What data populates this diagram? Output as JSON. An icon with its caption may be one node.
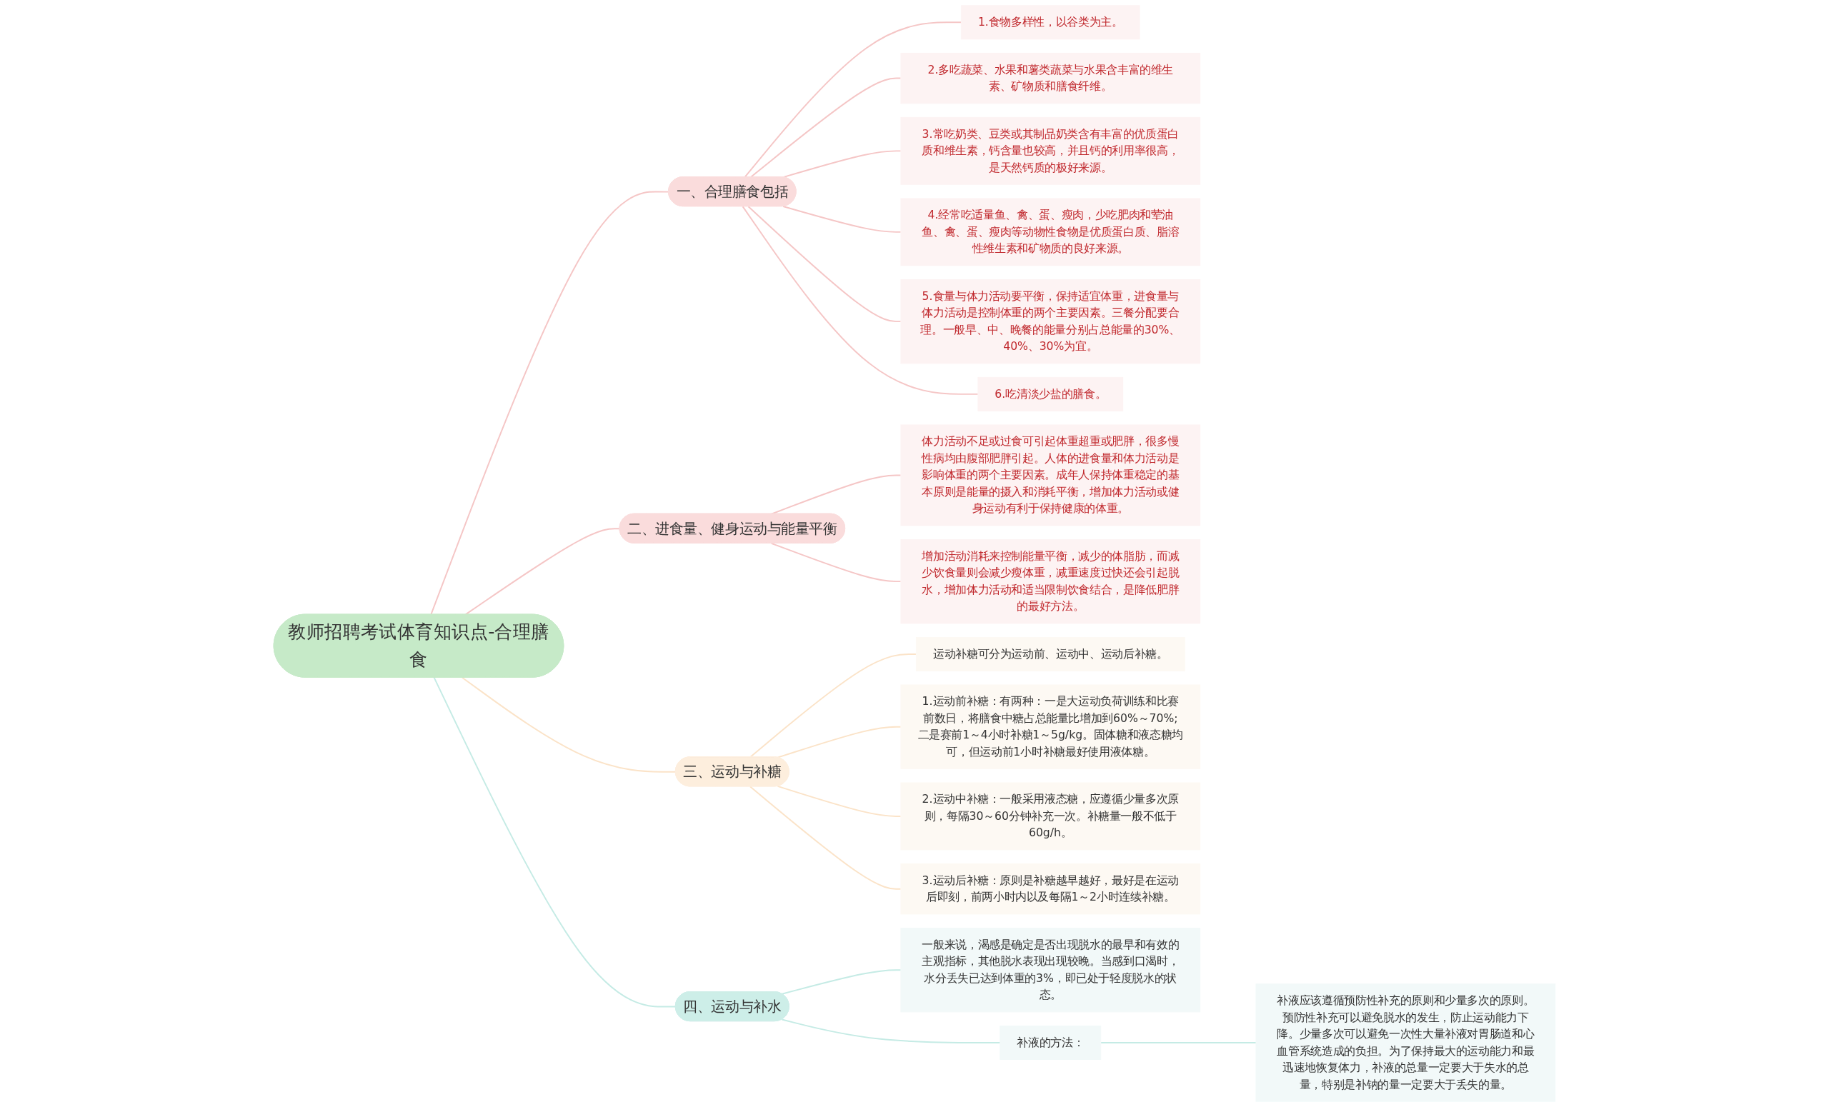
{
  "diagram": {
    "nodes": [
      {
        "text": [
          "教师招聘考试体育知识点-合理膳食"
        ]
      },
      {
        "text": [
          "一、合理膳食包括"
        ]
      },
      {
        "text": [
          "1.食物多样性，以谷类为主。"
        ]
      },
      {
        "text": [
          "2.多吃蔬菜、水果和薯类蔬菜与水果含丰富的维生素、矿物质和膳食纤维。"
        ]
      },
      {
        "text": [
          "3.常吃奶类、豆类或其制品奶类含有丰富的优质蛋白质和维生素，钙含量也较高，并且钙的利用率很高，是天然钙质的极好来源。"
        ]
      },
      {
        "text": [
          "4.经常吃适量鱼、禽、蛋、瘦肉，少吃肥肉和荤油鱼、禽、蛋、瘦肉等动物性食物是优质蛋白质、脂溶性维生素和矿物质的良好来源。"
        ]
      },
      {
        "text": [
          "5.食量与体力活动要平衡，保持适宜体重，进食量与体力活动是控制体重的两个主要因素。三餐分配要合理。一般早、中、晚餐的能量分别占总能量的30%、40%、30%为宜。"
        ]
      },
      {
        "text": [
          "6.吃清淡少盐的膳食。"
        ]
      },
      {
        "text": [
          "二、进食量、健身运动与能量平衡"
        ]
      },
      {
        "text": [
          "体力活动不足或过食可引起体重超重或肥胖，很多慢性病均由腹部肥胖引起。人体的进食量和体力活动是影响体重的两个主要因素。成年人保持体重稳定的基本原则是能量的摄入和消耗平衡，增加体力活动或健身运动有利于保持健康的体重。"
        ]
      },
      {
        "text": [
          "增加活动消耗来控制能量平衡，减少的体脂肪，而减少饮食量则会减少瘦体重，减重速度过快还会引起脱水，增加体力活动和适当限制饮食结合，是降低肥胖的最好方法。"
        ]
      },
      {
        "text": [
          "三、运动与补糖"
        ]
      },
      {
        "text": [
          "运动补糖可分为运动前、运动中、运动后补糖。"
        ]
      },
      {
        "text": [
          "1.运动前补糖：有两种：一是大运动负荷训练和比赛前数日，将膳食中糖占总能量比增加到60%～70%;二是赛前1～4小时补糖1～5g/kg。固体糖和液态糖均可，但运动前1小时补糖最好使用液体糖。"
        ]
      },
      {
        "text": [
          "2.运动中补糖：一般采用液态糖，应遵循少量多次原则，每隔30～60分钟补充一次。补糖量一般不低于60g/h。"
        ]
      },
      {
        "text": [
          "3.运动后补糖：原则是补糖越早越好，最好是在运动后即刻，前两小时内以及每隔1～2小时连续补糖。"
        ]
      },
      {
        "text": [
          "四、运动与补水"
        ]
      },
      {
        "text": [
          "一般来说，渴感是确定是否出现脱水的最早和有效的主观指标，其他脱水表现出现较晚。当感到口渴时，水分丢失已达到体重的3%，即已处于轻度脱水的状态。"
        ]
      },
      {
        "text": [
          "补液的方法："
        ]
      },
      {
        "text": [
          "补液应该遵循预防性补充的原则和少量多次的原则。预防性补充可以避免脱水的发生，防止运动能力下降。少量多次可以避免一次性大量补液对胃肠道和心血管系统造成的负担。为了保持最大的运动能力和最迅速地恢复体力，补液的总量一定要大于失水的总量，特别是补钠的量一定要大于丢失的量。"
        ]
      }
    ],
    "edges": [
      {
        "from": 0,
        "to": 1,
        "arrow": "none",
        "color": "#f5c6c6"
      },
      {
        "from": 1,
        "to": 2,
        "arrow": "none",
        "color": "#f5c6c6"
      },
      {
        "from": 1,
        "to": 3,
        "arrow": "none",
        "color": "#f5c6c6"
      },
      {
        "from": 1,
        "to": 4,
        "arrow": "none",
        "color": "#f5c6c6"
      },
      {
        "from": 1,
        "to": 5,
        "arrow": "none",
        "color": "#f5c6c6"
      },
      {
        "from": 1,
        "to": 6,
        "arrow": "none",
        "color": "#f5c6c6"
      },
      {
        "from": 1,
        "to": 7,
        "arrow": "none",
        "color": "#f5c6c6"
      },
      {
        "from": 0,
        "to": 8,
        "arrow": "none",
        "color": "#f5c6c6"
      },
      {
        "from": 8,
        "to": 9,
        "arrow": "none",
        "color": "#f5c6c6"
      },
      {
        "from": 8,
        "to": 10,
        "arrow": "none",
        "color": "#f5c6c6"
      },
      {
        "from": 0,
        "to": 11,
        "arrow": "none",
        "color": "#fbe3c8"
      },
      {
        "from": 11,
        "to": 12,
        "arrow": "none",
        "color": "#fbe3c8"
      },
      {
        "from": 11,
        "to": 13,
        "arrow": "none",
        "color": "#fbe3c8"
      },
      {
        "from": 11,
        "to": 14,
        "arrow": "none",
        "color": "#fbe3c8"
      },
      {
        "from": 11,
        "to": 15,
        "arrow": "none",
        "color": "#fbe3c8"
      },
      {
        "from": 0,
        "to": 16,
        "arrow": "none",
        "color": "#c5ebe5"
      },
      {
        "from": 16,
        "to": 17,
        "arrow": "none",
        "color": "#c5ebe5"
      },
      {
        "from": 16,
        "to": 18,
        "arrow": "none",
        "color": "#c5ebe5"
      },
      {
        "from": 18,
        "to": 19,
        "arrow": "none",
        "color": "#c5ebe5"
      }
    ]
  }
}
